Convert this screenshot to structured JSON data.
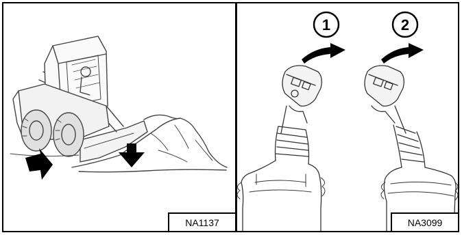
{
  "figures": [
    {
      "caption": "NA1137",
      "icon": "skid-steer-loader-illustration"
    },
    {
      "caption": "NA3099",
      "icon": "joystick-controls-illustration"
    }
  ],
  "callouts": [
    "1",
    "2"
  ]
}
